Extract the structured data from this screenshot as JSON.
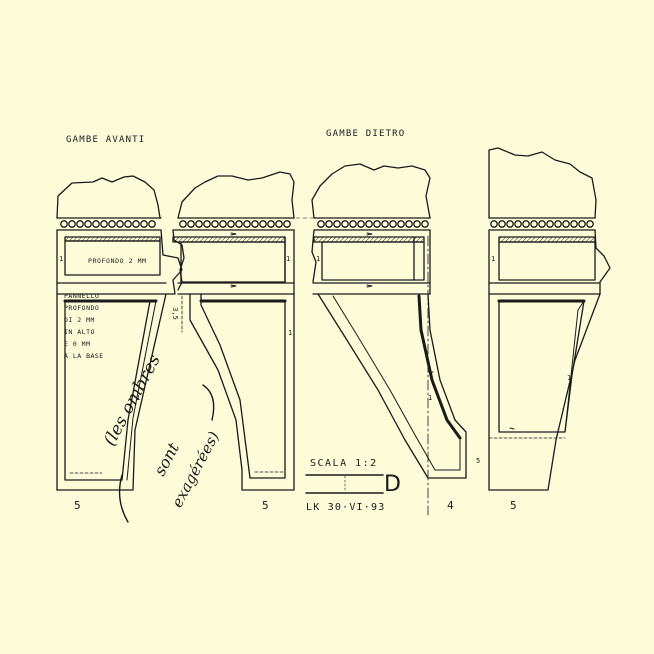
{
  "headers": {
    "front": "GAMBE AVANTI",
    "back": "GAMBE DIETRO"
  },
  "notes": {
    "profondo": "PROFONDO 2 MM",
    "pannello": [
      "PANNELLO",
      "PROFONDO",
      "DI 2 MM",
      "IN ALTO",
      "E 0 MM",
      "A LA BASE"
    ]
  },
  "markers": {
    "one": "1",
    "side": "3,5"
  },
  "dimensions": [
    "5",
    "5",
    "4",
    "5"
  ],
  "scale": {
    "label": "SCALA 1:2",
    "sheet": "D",
    "signature": "LK 30·VI·93"
  },
  "handwritten": [
    "(les ombres",
    "sont",
    "exagérées)"
  ],
  "colors": {
    "paper": "#fefbd9",
    "ink": "#1a1a1a"
  }
}
